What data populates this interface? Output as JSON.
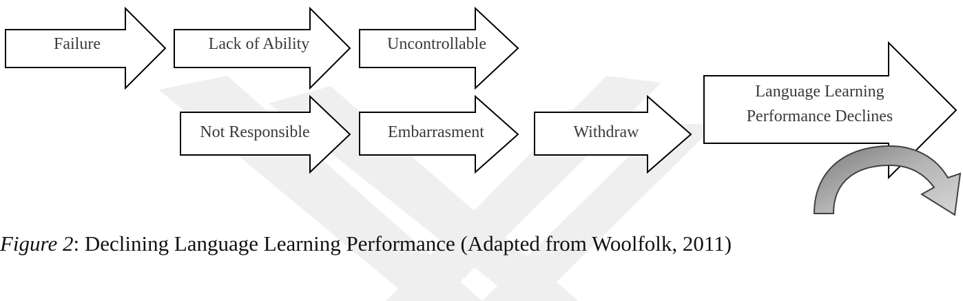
{
  "diagram": {
    "arrows": {
      "failure": "Failure",
      "lack_of_ability": "Lack of Ability",
      "uncontrollable": "Uncontrollable",
      "not_responsible": "Not Responsible",
      "embarrasment": "Embarrasment",
      "withdraw": "Withdraw",
      "declines_line1": "Language Learning",
      "declines_line2": "Performance Declines"
    }
  },
  "caption": {
    "figure_label": "Figure 2",
    "text": ": Declining Language Learning Performance (Adapted from Woolfolk, 2011)"
  },
  "colors": {
    "arrow_stroke": "#000000",
    "arrow_fill": "#ffffff",
    "curved_arrow": "#a6a6a6",
    "watermark": "#f0f0f0"
  }
}
